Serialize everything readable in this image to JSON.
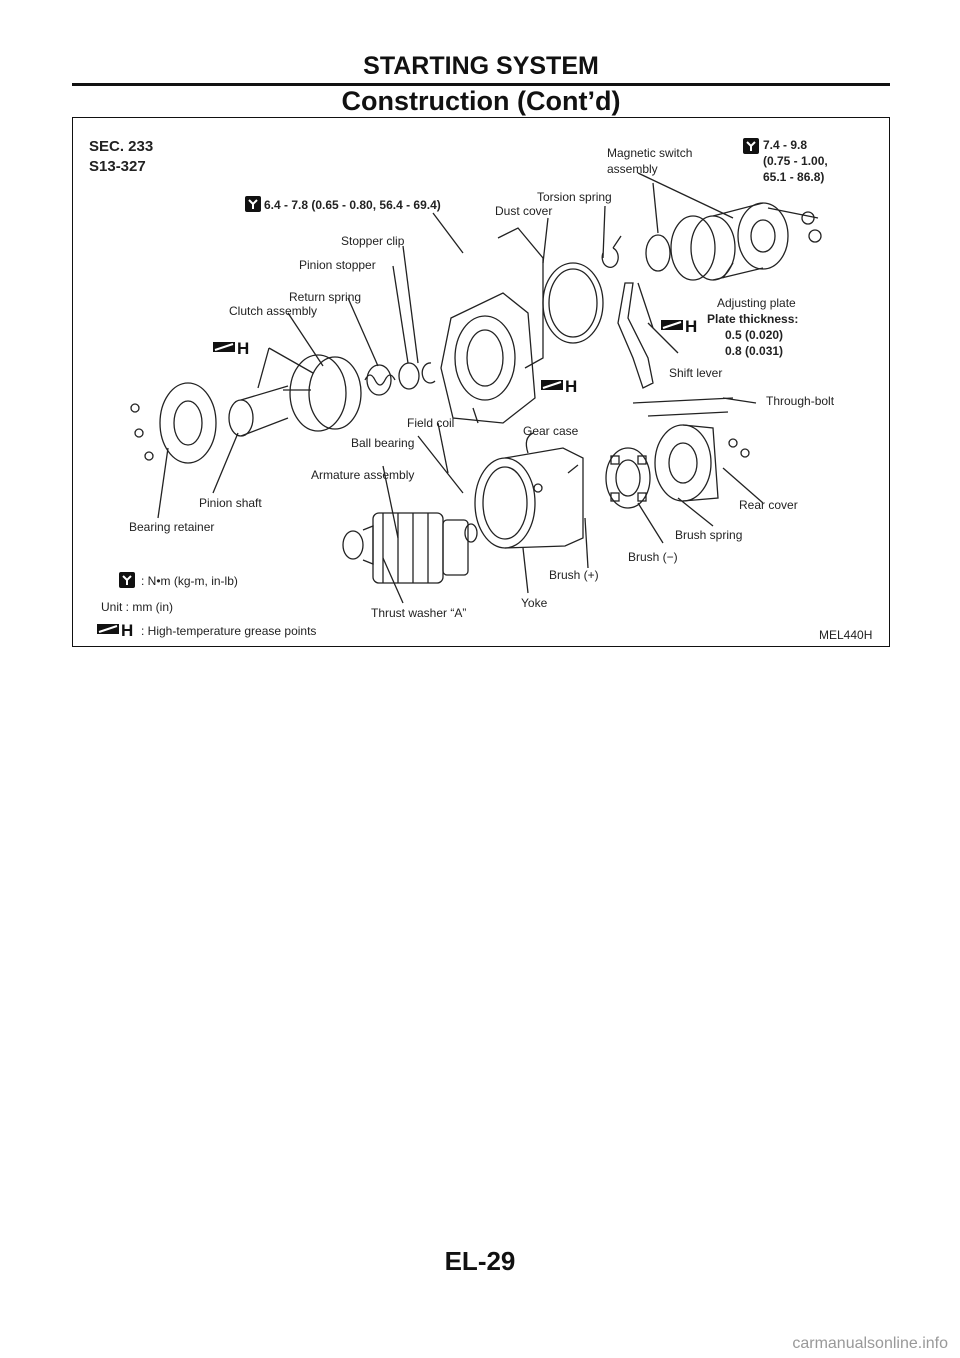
{
  "header": {
    "title": "STARTING SYSTEM",
    "subtitle": "Construction (Cont’d)"
  },
  "figure": {
    "sec": "SEC. 233",
    "model": "S13-327",
    "code": "MEL440H",
    "torque_top": "6.4 - 7.8 (0.65 - 0.80, 56.4 - 69.4)",
    "torque_right_1": "7.4 - 9.8",
    "torque_right_2": "(0.75 - 1.00,",
    "torque_right_3": "65.1 - 86.8)",
    "labels": {
      "magnetic_switch_1": "Magnetic switch",
      "magnetic_switch_2": "assembly",
      "torsion_spring": "Torsion spring",
      "dust_cover": "Dust cover",
      "stopper_clip": "Stopper clip",
      "pinion_stopper": "Pinion stopper",
      "return_spring": "Return spring",
      "clutch_assembly": "Clutch assembly",
      "adjusting_plate": "Adjusting plate",
      "plate_thickness": "Plate thickness:",
      "thickness_1": "0.5 (0.020)",
      "thickness_2": "0.8 (0.031)",
      "shift_lever": "Shift lever",
      "through_bolt": "Through-bolt",
      "field_coil": "Field coil",
      "gear_case": "Gear case",
      "ball_bearing": "Ball bearing",
      "armature_assembly": "Armature assembly",
      "pinion_shaft": "Pinion shaft",
      "rear_cover": "Rear cover",
      "bearing_retainer": "Bearing retainer",
      "brush_spring": "Brush spring",
      "brush_minus": "Brush (−)",
      "brush_plus": "Brush (+)",
      "yoke": "Yoke",
      "thrust_washer": "Thrust washer “A”"
    },
    "legend": {
      "torque_units": ": N•m (kg-m, in-lb)",
      "unit": "Unit : mm (in)",
      "grease": ": High-temperature grease points"
    }
  },
  "footer": {
    "page": "EL-29",
    "watermark": "carmanualsonline.info"
  }
}
